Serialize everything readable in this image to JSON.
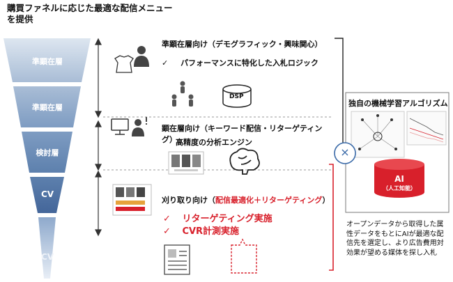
{
  "title": {
    "line1": "購買ファネルに応じた最適な配信メニュー",
    "line2": "を提供"
  },
  "funnel": [
    {
      "label": "準顕在層"
    },
    {
      "label": "準顕在層"
    },
    {
      "label": "検討層"
    },
    {
      "label": "CV"
    },
    {
      "label": "CV"
    }
  ],
  "sections": {
    "latent": {
      "heading": "準顕在層向け（デモグラフィック・興味関心）",
      "check": "✓",
      "item": "パフォーマンスに特化した入札ロジック",
      "dsp_label": "DSP"
    },
    "aware": {
      "heading_line1": "顕在層向け（キーワード配信・リターゲティン",
      "heading_line2": "グ）",
      "item": "高精度の分析エンジン"
    },
    "harvest": {
      "heading_prefix": "刈り取り向け（",
      "heading_red": "配信最適化＋リターゲティング",
      "heading_suffix": "）",
      "check1": "✓",
      "item1": "リターゲティング実施",
      "check2": "✓",
      "item2": "CVR計測実施"
    }
  },
  "algorithm": {
    "title": "独自の機械学習アルゴリズム",
    "ai_label": "AI",
    "ai_sub": "（人工知能）",
    "times": "×",
    "description": "オープンデータから取得した属性データをもとにAIが最適な配信先を選定し、より広告費用対効果が望める媒体を探し入札"
  },
  "colors": {
    "funnel_top": "#c8d5e5",
    "funnel_dark": "#4d6f9c",
    "accent_red": "#d8202b",
    "circle_blue": "#3a6aa8"
  }
}
